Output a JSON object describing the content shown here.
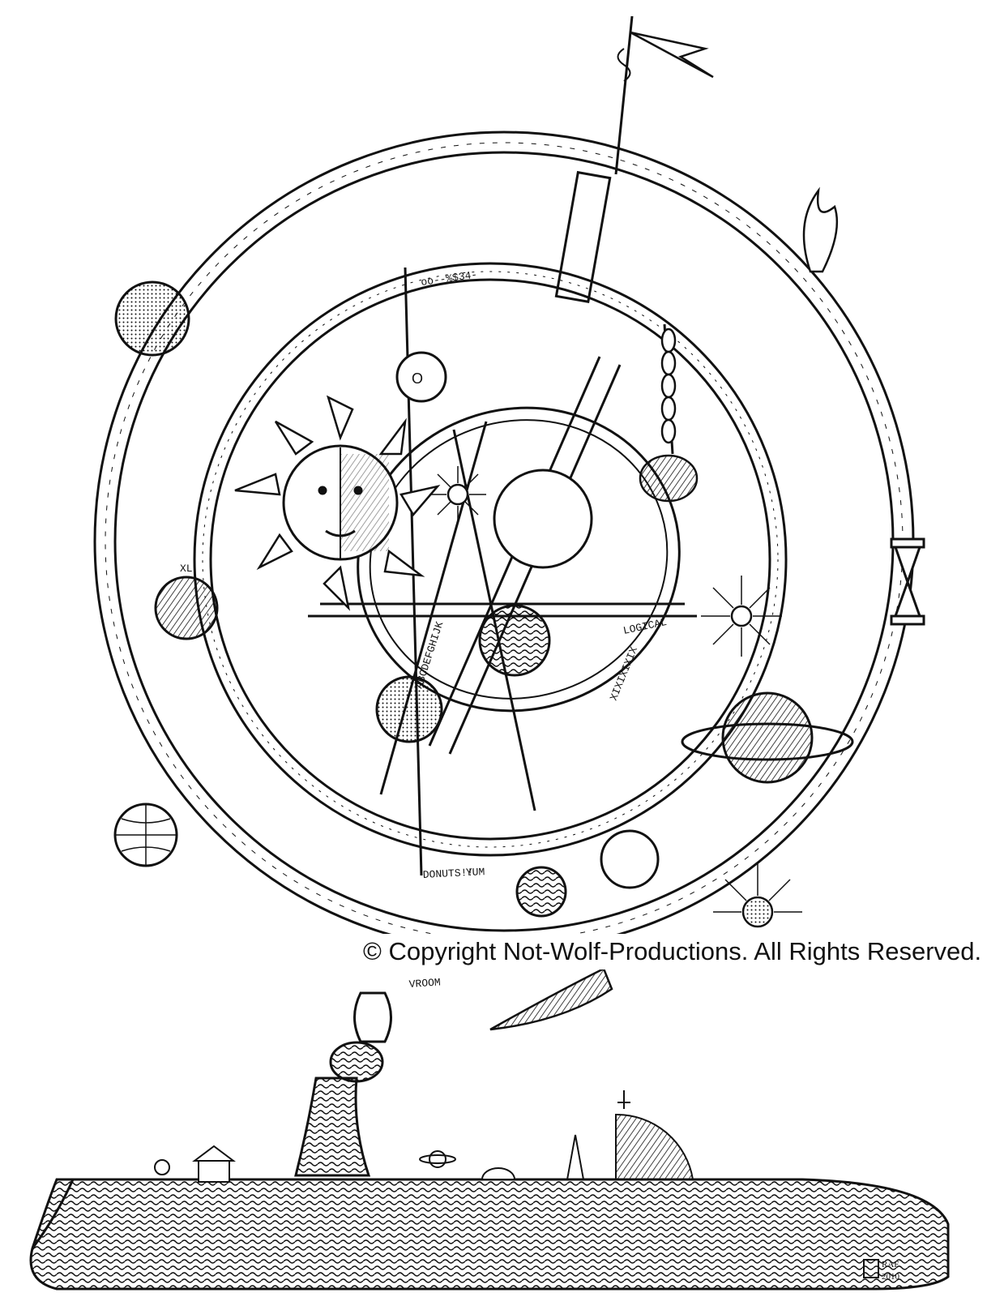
{
  "copyright": "© Copyright Not-Wolf-Productions. All Rights Reserved.",
  "signature": {
    "initials": "RAF",
    "year": "2010"
  },
  "inscriptions": {
    "ring_inner_top": "oo--%$34-",
    "ring_numbers": "ABCDEFGHIJK",
    "ring_roman": "XIXIXIXIX",
    "ring_logical": "LOGICAL",
    "ring_donuts": "DONUTS!!",
    "yum": "YUM",
    "vroom": "VROOM",
    "xl_tag": "XL"
  },
  "palette": {
    "ink": "#111111",
    "paper": "#ffffff"
  }
}
